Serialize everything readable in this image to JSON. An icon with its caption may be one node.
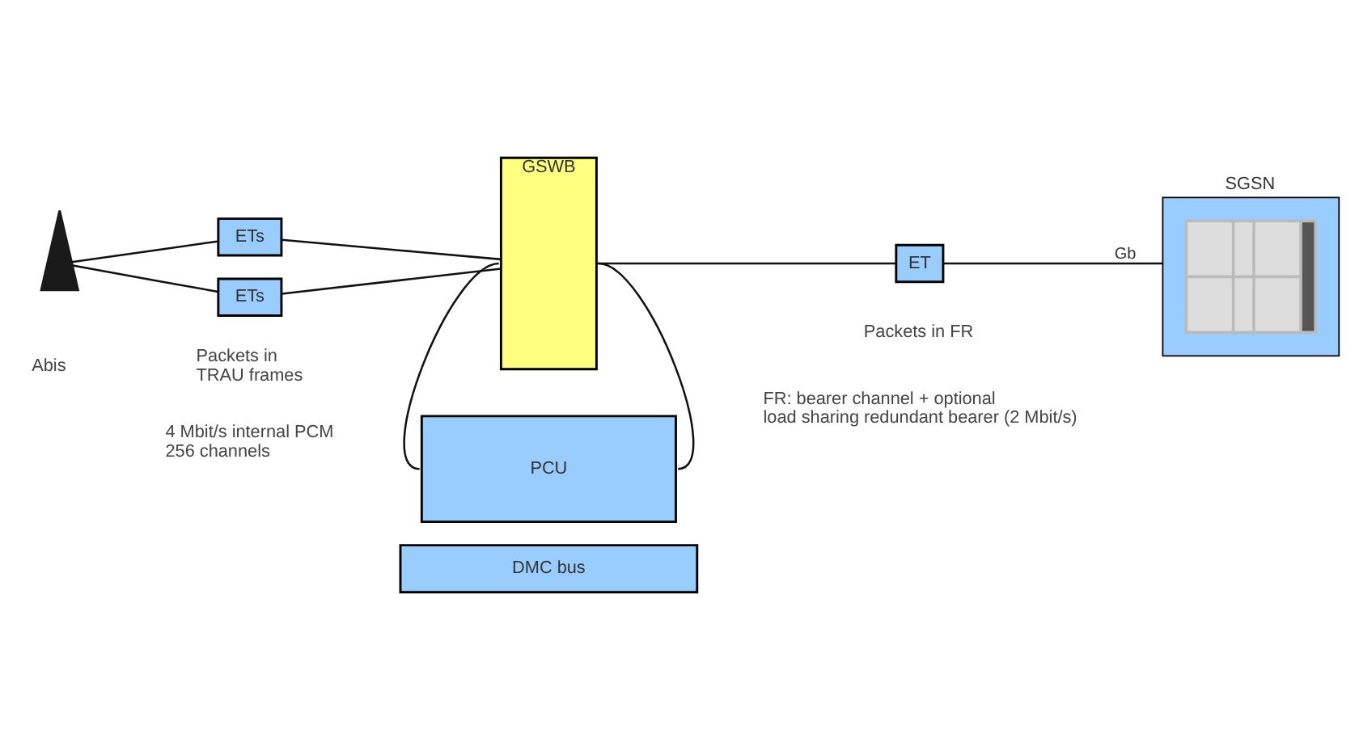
{
  "diagram": {
    "nodes": [
      {
        "text": [],
        "shape": "picture"
      },
      {
        "text": [
          "ETs"
        ]
      },
      {
        "text": [
          "ETs"
        ]
      },
      {
        "text": [
          "GSWB"
        ]
      },
      {
        "text": [
          "ET"
        ]
      },
      {
        "text": [
          "SGSN"
        ]
      },
      {
        "text": [
          "PCU"
        ]
      },
      {
        "text": [
          "DMC bus"
        ]
      }
    ],
    "edges": [
      {
        "from": 0,
        "to": 1,
        "arrow": "none"
      },
      {
        "from": 0,
        "to": 2,
        "arrow": "none"
      },
      {
        "from": 1,
        "to": 3,
        "arrow": "none"
      },
      {
        "from": 2,
        "to": 3,
        "arrow": "none"
      },
      {
        "from": 3,
        "to": 4,
        "arrow": "none"
      },
      {
        "from": 4,
        "to": 5,
        "arrow": "none",
        "label": "Gb"
      },
      {
        "from": 3,
        "to": 6,
        "arrow": "none"
      },
      {
        "from": 3,
        "to": 6,
        "arrow": "none"
      }
    ],
    "labels": [
      "Abis",
      "Packets in TRAU frames",
      "Packets in FR",
      "4 Mbit/s internal PCM 256 channels",
      "FR: bearer channel + optional load sharing redundant bearer (2 Mbit/s)"
    ]
  }
}
